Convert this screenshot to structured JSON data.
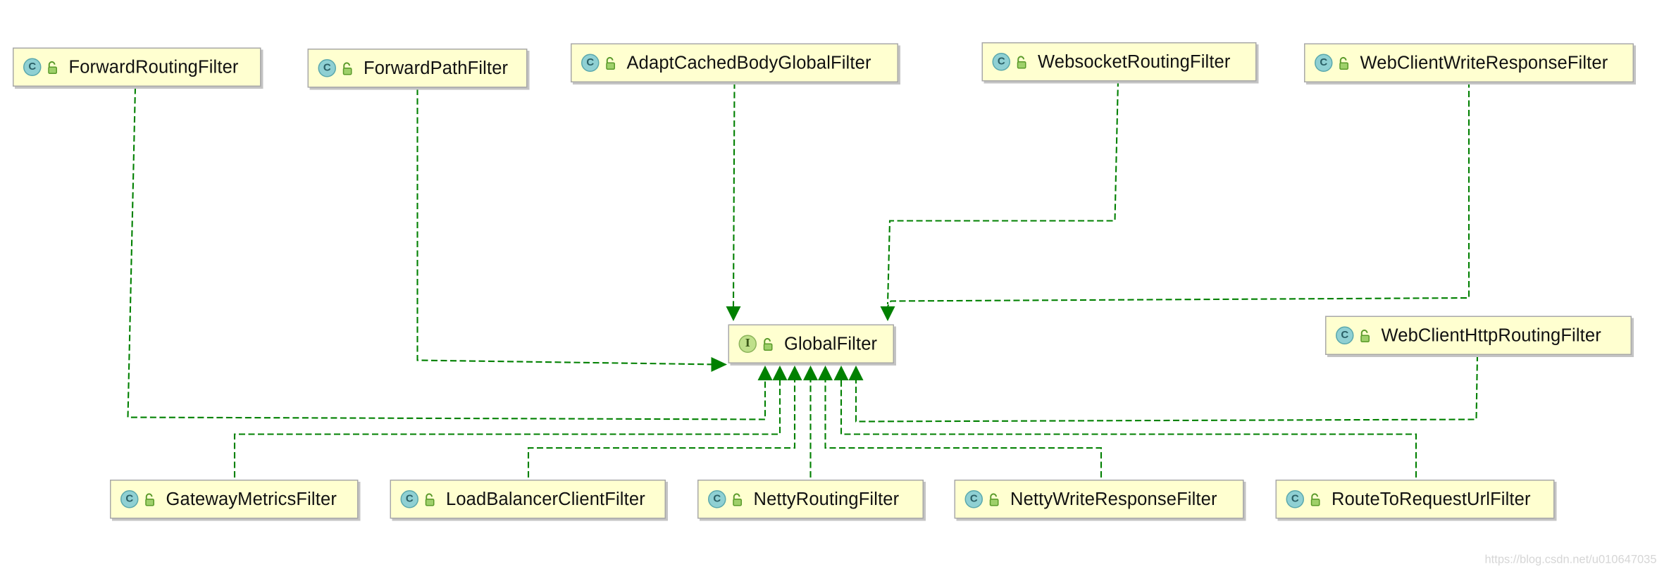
{
  "diagram": {
    "center": {
      "name": "GlobalFilter",
      "kind": "interface",
      "badge": "I"
    },
    "class_badge": "C",
    "implementations": [
      {
        "name": "ForwardRoutingFilter",
        "kind": "class"
      },
      {
        "name": "ForwardPathFilter",
        "kind": "class"
      },
      {
        "name": "AdaptCachedBodyGlobalFilter",
        "kind": "class"
      },
      {
        "name": "WebsocketRoutingFilter",
        "kind": "class"
      },
      {
        "name": "WebClientWriteResponseFilter",
        "kind": "class"
      },
      {
        "name": "WebClientHttpRoutingFilter",
        "kind": "class"
      },
      {
        "name": "GatewayMetricsFilter",
        "kind": "class"
      },
      {
        "name": "LoadBalancerClientFilter",
        "kind": "class"
      },
      {
        "name": "NettyRoutingFilter",
        "kind": "class"
      },
      {
        "name": "NettyWriteResponseFilter",
        "kind": "class"
      },
      {
        "name": "RouteToRequestUrlFilter",
        "kind": "class"
      }
    ],
    "edge_style": "dashed",
    "edge_color": "#008000",
    "icons": {
      "kind_icon": "class-icon",
      "visibility_icon": "unlock-icon"
    }
  },
  "watermark": "https://blog.csdn.net/u010647035",
  "colors": {
    "node_fill": "#ffffd0",
    "node_border": "#a8a8a8",
    "class_badge": "#8fd0d3",
    "interface_badge": "#bfe08a",
    "edge": "#008000"
  }
}
